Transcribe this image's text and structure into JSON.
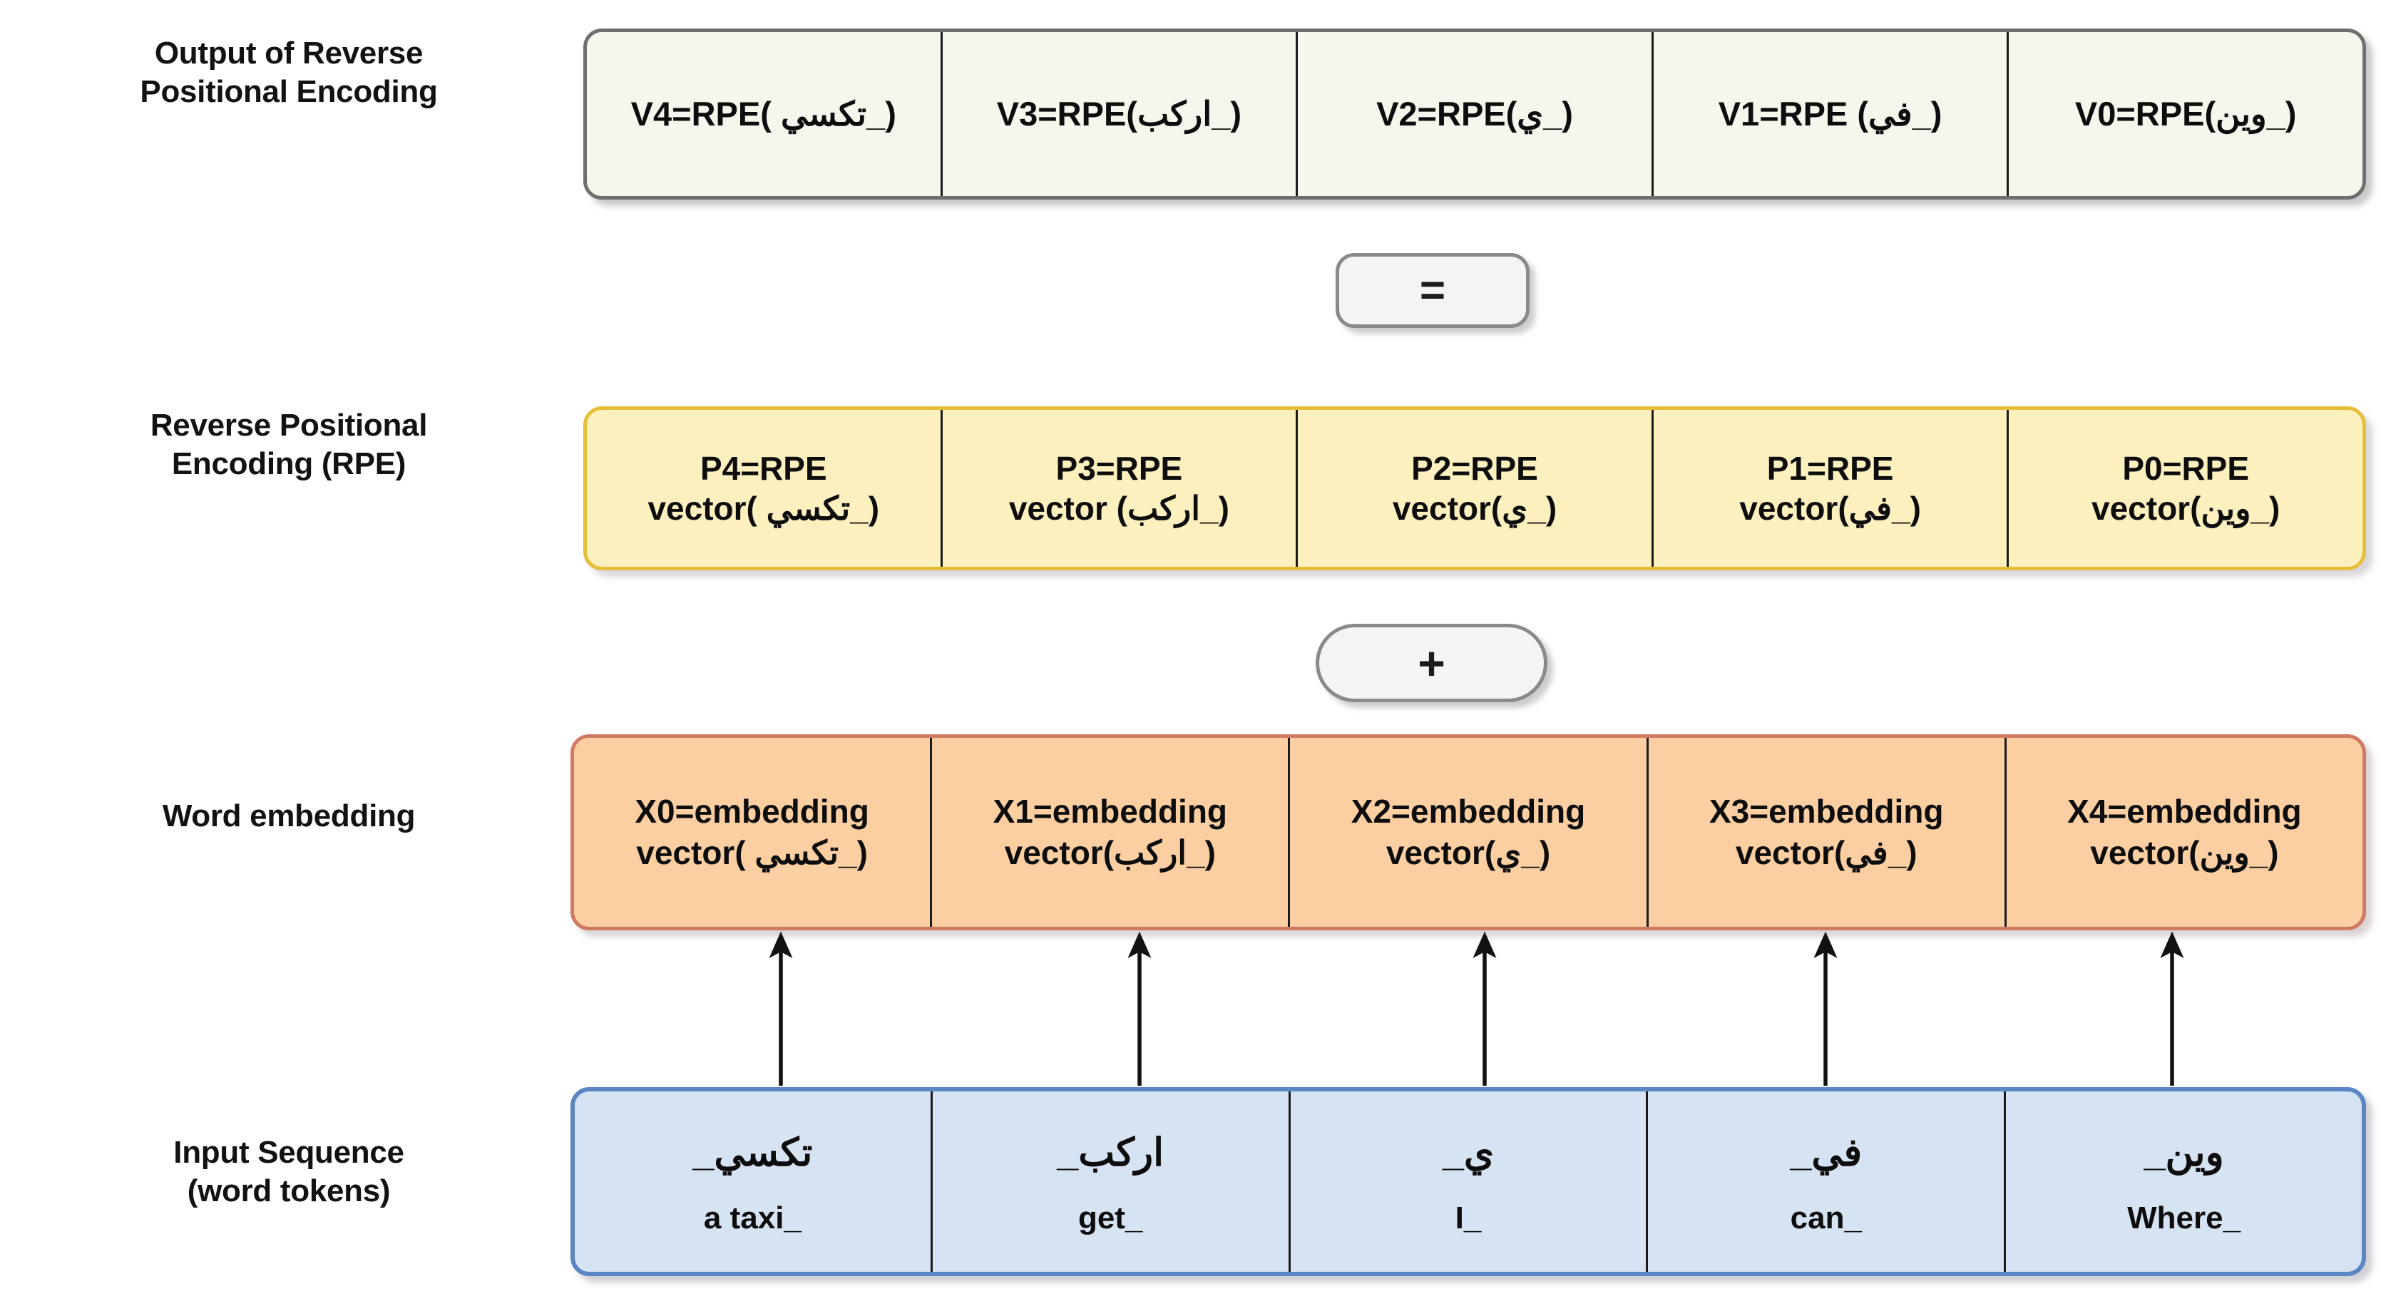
{
  "rows": {
    "output": {
      "label": "Output of Reverse\nPositional Encoding",
      "label_line1": "Output of Reverse",
      "label_line2": "Positional Encoding",
      "fill_color": "#f7f6ec",
      "border_color": "#6f6f6f",
      "cells": [
        {
          "text": "V4=RPE( تكسي_)"
        },
        {
          "text": "V3=RPE(اركب_)"
        },
        {
          "text": "V2=RPE(ي_)"
        },
        {
          "text": "V1=RPE (في_)"
        },
        {
          "text": "V0=RPE(وين_)"
        }
      ]
    },
    "rpe": {
      "label_line1": "Reverse Positional",
      "label_line2": "Encoding (RPE)",
      "fill_color": "#fdf0bf",
      "border_color": "#e5bf37",
      "cells": [
        {
          "line1": "P4=RPE",
          "line2": "vector( تكسي_)"
        },
        {
          "line1": "P3=RPE",
          "line2": "vector (اركب_)"
        },
        {
          "line1": "P2=RPE",
          "line2": "vector(ي_)"
        },
        {
          "line1": "P1=RPE",
          "line2": "vector(في_)"
        },
        {
          "line1": "P0=RPE",
          "line2": "vector(وين_)"
        }
      ]
    },
    "embedding": {
      "label_line1": "Word embedding",
      "label_line2": "",
      "fill_color": "#fbcfa2",
      "border_color": "#d07a62",
      "cells": [
        {
          "line1": "X0=embedding",
          "line2": "vector( تكسي_)"
        },
        {
          "line1": "X1=embedding",
          "line2": "vector(اركب_)"
        },
        {
          "line1": "X2=embedding",
          "line2": "vector(ي_)"
        },
        {
          "line1": "X3=embedding",
          "line2": "vector(في_)"
        },
        {
          "line1": "X4=embedding",
          "line2": "vector(وين_)"
        }
      ]
    },
    "input": {
      "label_line1": "Input Sequence",
      "label_line2": "(word tokens)",
      "fill_color": "#d6e3f3",
      "border_color": "#5b86c4",
      "cells": [
        {
          "arabic": "تكسي_",
          "english": "a taxi_"
        },
        {
          "arabic": "اركب_",
          "english": "get_"
        },
        {
          "arabic": "ي_",
          "english": "I_"
        },
        {
          "arabic": "في_",
          "english": "can_"
        },
        {
          "arabic": "وين_",
          "english": "Where_"
        }
      ]
    }
  },
  "operators": {
    "equals": "=",
    "plus": "+"
  },
  "arrows": {
    "count": 5,
    "direction": "up",
    "from_row": "input",
    "to_row": "embedding"
  }
}
